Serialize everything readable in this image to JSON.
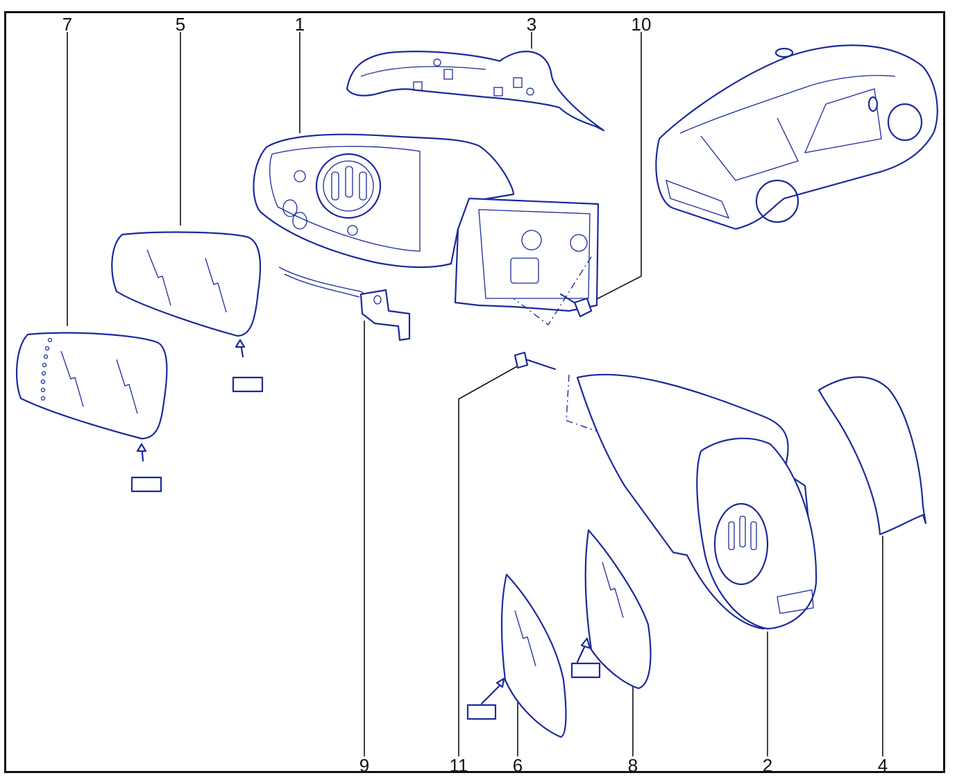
{
  "callouts": {
    "c1": "1",
    "c2": "2",
    "c3": "3",
    "c4": "4",
    "c5": "5",
    "c6": "6",
    "c7": "7",
    "c8": "8",
    "c9": "9",
    "c10": "10",
    "c11": "11"
  },
  "colors": {
    "line_art": "#1a2a9c",
    "leader": "#111111",
    "frame": "#111111"
  }
}
